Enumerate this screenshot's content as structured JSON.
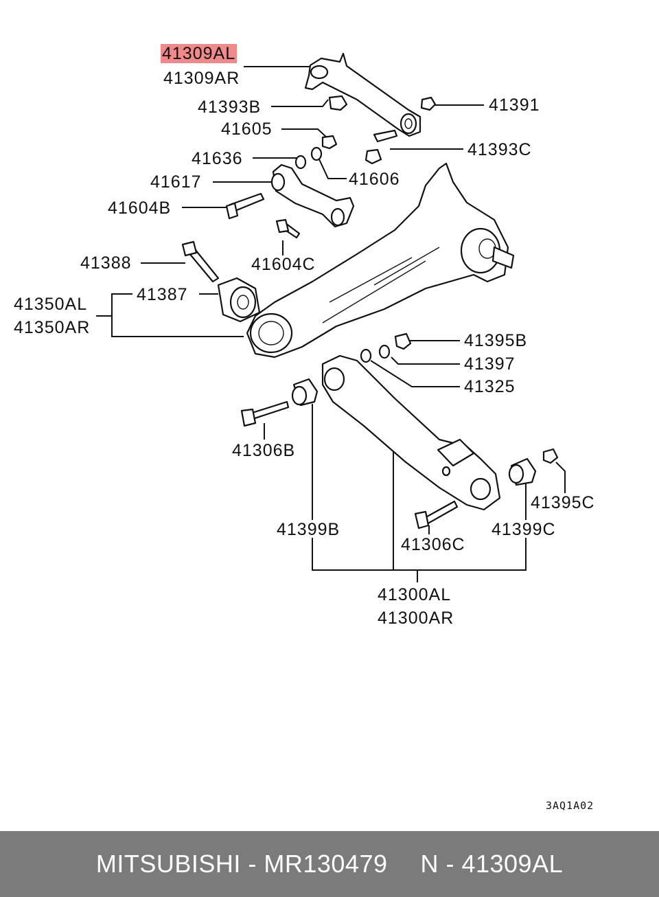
{
  "colors": {
    "highlight": "#f08a8a",
    "footer_bg": "#7b7b7b",
    "footer_text": "#ffffff"
  },
  "labels": {
    "p41309AL": "41309AL",
    "p41309AR": "41309AR",
    "p41393B": "41393B",
    "p41391": "41391",
    "p41605": "41605",
    "p41393C": "41393C",
    "p41636": "41636",
    "p41606": "41606",
    "p41617": "41617",
    "p41604B": "41604B",
    "p41604C": "41604C",
    "p41388": "41388",
    "p41387": "41387",
    "p41350AL": "41350AL",
    "p41350AR": "41350AR",
    "p41395B": "41395B",
    "p41397": "41397",
    "p41325": "41325",
    "p41306B": "41306B",
    "p41395C": "41395C",
    "p41399B": "41399B",
    "p41306C": "41306C",
    "p41399C": "41399C",
    "p41300AL": "41300AL",
    "p41300AR": "41300AR"
  },
  "figure_code": "3AQ1A02",
  "footer": {
    "brand": "MITSUBISHI - MR130479",
    "ref": "N - 41309AL"
  }
}
